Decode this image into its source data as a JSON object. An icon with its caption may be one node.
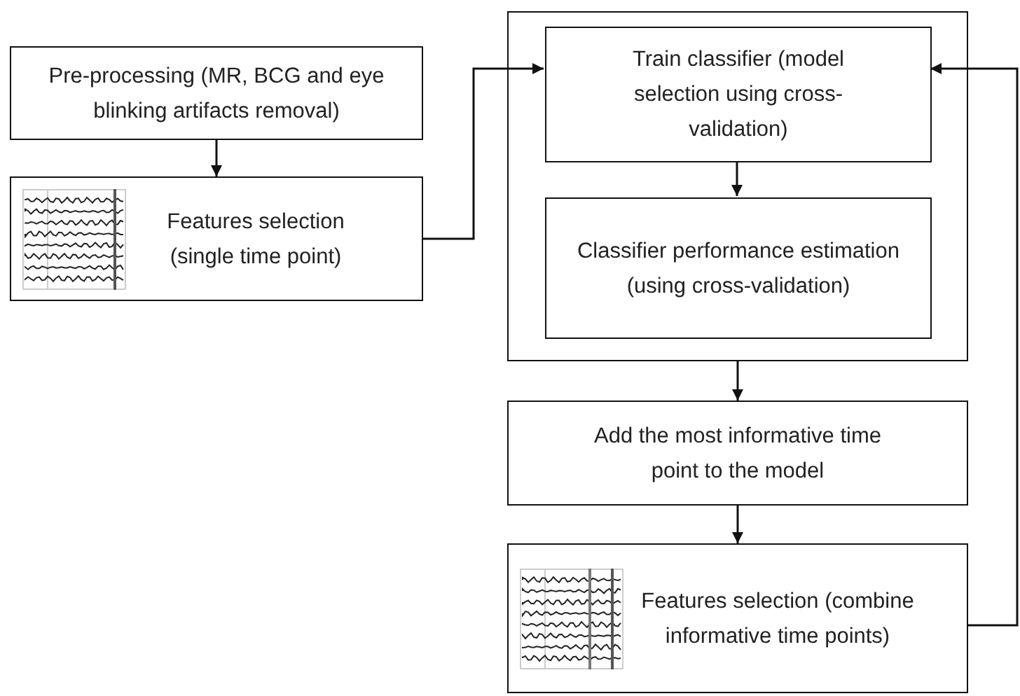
{
  "diagram": {
    "nodes": [
      {
        "text": [
          "Pre-processing (MR, BCG and eye blinking artifacts removal)"
        ]
      },
      {
        "text": [
          "Features selection (single time point)"
        ]
      },
      {
        "text": [],
        "shape": "box"
      },
      {
        "text": [
          "Train classifier (model selection using cross-validation)"
        ],
        "in": 2
      },
      {
        "text": [
          "Classifier performance estimation (using cross-validation)"
        ],
        "in": 2
      },
      {
        "text": [
          "Add the most informative time point to the model"
        ]
      },
      {
        "text": [
          "Features selection (combine informative time points)"
        ]
      }
    ],
    "edges": [
      {
        "from": 0,
        "to": 1,
        "arrow": "to"
      },
      {
        "from": 1,
        "to": 3,
        "arrow": "to"
      },
      {
        "from": 3,
        "to": 4,
        "arrow": "to"
      },
      {
        "from": 2,
        "to": 5,
        "arrow": "to"
      },
      {
        "from": 5,
        "to": 6,
        "arrow": "to"
      },
      {
        "from": 6,
        "to": 3,
        "arrow": "to"
      }
    ]
  }
}
